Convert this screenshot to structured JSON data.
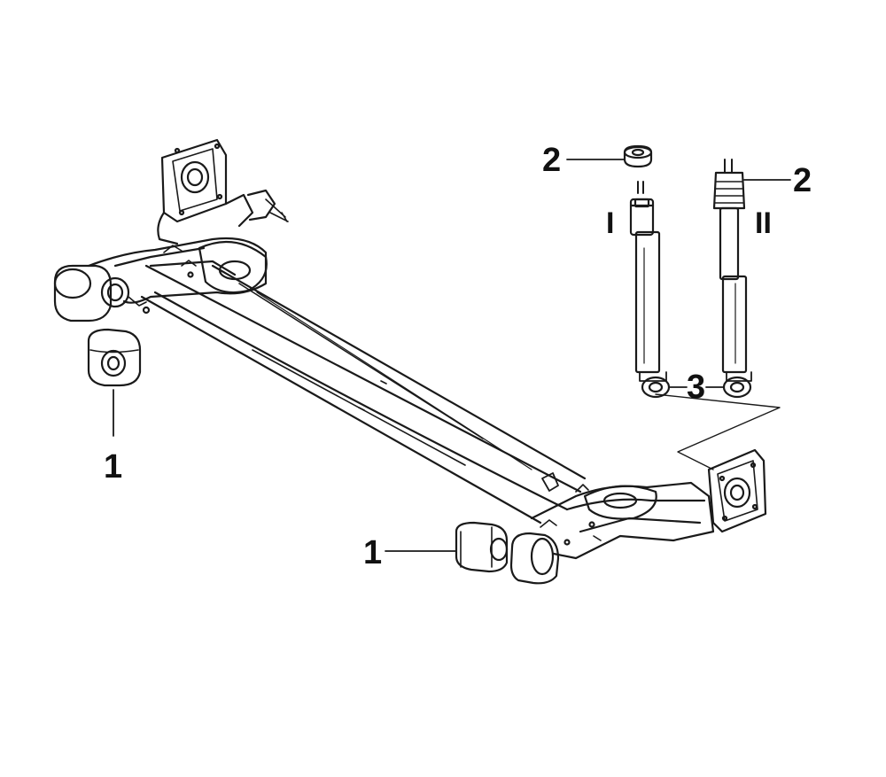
{
  "labels": {
    "bushing_left": "1",
    "bushing_right": "1",
    "cap_left": "2",
    "cap_right": "2",
    "eye_bushing": "3",
    "variant_one": "I",
    "variant_two": "II"
  },
  "colors": {
    "line": "#1a1a1a",
    "background": "#ffffff"
  }
}
